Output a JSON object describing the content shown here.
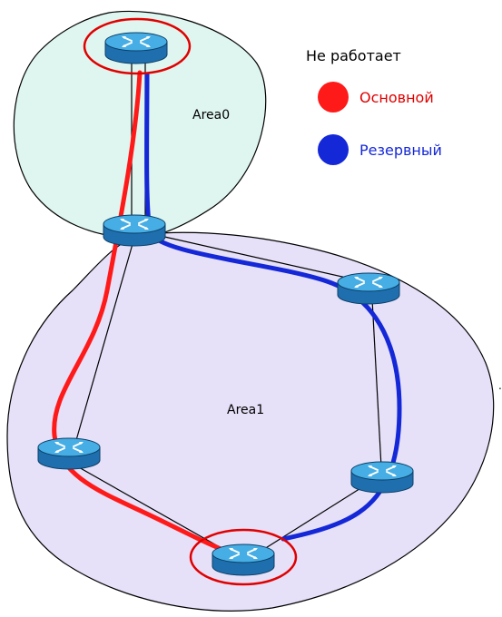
{
  "legend": {
    "title": "Не работает",
    "items": [
      {
        "label": "Основной",
        "color": "#ff1a1a"
      },
      {
        "label": "Резервный",
        "color": "#1428d8"
      }
    ]
  },
  "areas": [
    {
      "label": "Area0",
      "fill": "#dff6f0"
    },
    {
      "label": "Area1",
      "fill": "#e6e0f8"
    }
  ],
  "stray_mark": ".",
  "device_icon": "router-icon",
  "colors": {
    "router_top": "#3aa0d8",
    "router_side": "#1d6aa6",
    "link": "#000000",
    "highlight_ring": "#e00000"
  }
}
